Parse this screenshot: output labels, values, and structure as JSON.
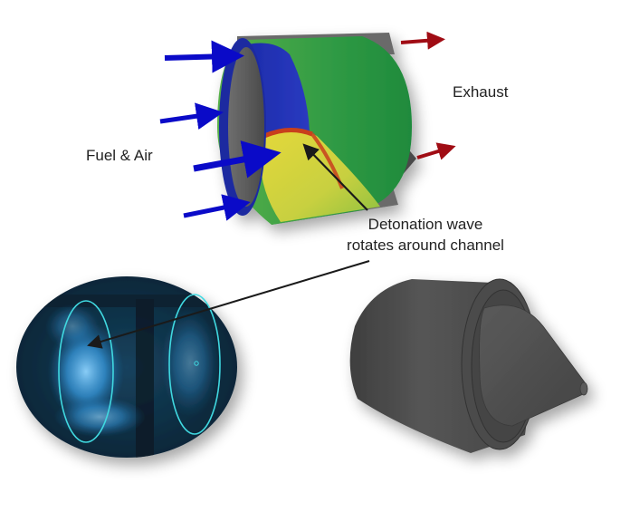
{
  "diagram": {
    "subject": "Rotating detonation engine",
    "labels": {
      "inlet": "Fuel & Air",
      "outlet": "Exhaust",
      "wave_line1": "Detonation wave",
      "wave_line2": "rotates around channel"
    },
    "panels": [
      {
        "id": "simulation",
        "description": "CFD simulation of annular combustor with detonation front"
      },
      {
        "id": "experiment",
        "description": "High-speed chemiluminescence image of combustor annulus"
      },
      {
        "id": "model",
        "description": "Grey 3D CAD model of engine with aerospike nozzle"
      }
    ],
    "colors": {
      "inlet_arrow": "#0a0ac8",
      "exhaust_arrow": "#a00c14",
      "fresh_mix": "#1f2fb0",
      "burned_gas": "#2ea046",
      "hot_zone": "#d8d030",
      "detonation_front": "#c8401c",
      "casing": "#5a5a5a",
      "experiment_bg": "#0c2a3c",
      "experiment_glow": "#3aa0e8",
      "ring_overlay": "#40d8e0",
      "cad_body": "#4e4e4e",
      "pointer": "#1a1a1a"
    }
  }
}
